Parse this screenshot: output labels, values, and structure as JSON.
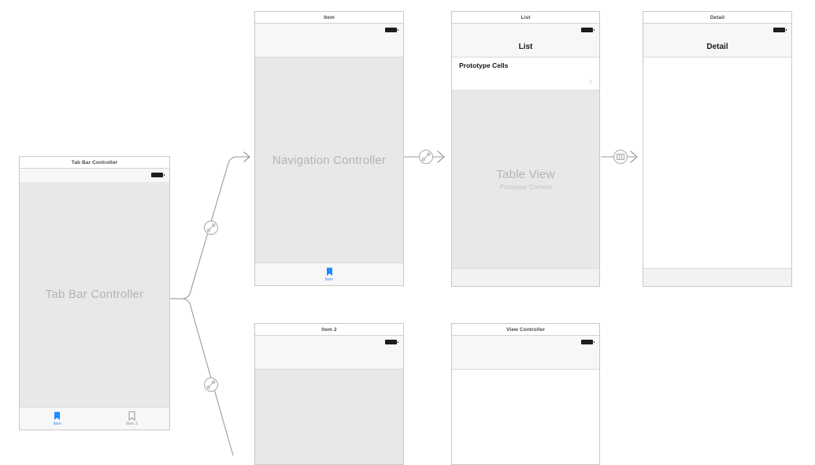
{
  "editor": {
    "name": "storyboard-canvas",
    "background": "#ffffff",
    "scene_border_color": "#c9c9c9",
    "placeholder_text_color": "#b4b4b4",
    "tint_color": "#1e8bff",
    "wire_color": "#9a9a9a"
  },
  "scenes": [
    {
      "id": "tab-bar-controller",
      "title": "Tab Bar Controller",
      "placeholder": "Tab Bar Controller",
      "tabs": [
        {
          "label": "Item",
          "icon": "bookmark-icon",
          "selected": true
        },
        {
          "label": "Item 2",
          "icon": "bookmark-icon",
          "selected": false
        }
      ]
    },
    {
      "id": "navigation-controller",
      "title": "Item",
      "placeholder": "Navigation Controller",
      "tabs": [
        {
          "label": "Item",
          "icon": "bookmark-icon",
          "selected": true
        }
      ]
    },
    {
      "id": "list-table-view-controller",
      "title": "List",
      "navbar_title": "List",
      "section_header": "Prototype Cells",
      "cell_accessory": "›",
      "placeholder": "Table View",
      "placeholder_sub": "Prototype Content"
    },
    {
      "id": "detail-view-controller",
      "title": "Detail",
      "navbar_title": "Detail"
    },
    {
      "id": "item2-view-controller",
      "title": "Item 2"
    },
    {
      "id": "view-controller",
      "title": "View Controller"
    }
  ],
  "segues": [
    {
      "id": "relationship-tabbar-to-nav",
      "kind": "relationship-segue-icon"
    },
    {
      "id": "relationship-tabbar-to-item2",
      "kind": "relationship-segue-icon"
    },
    {
      "id": "relationship-nav-to-list",
      "kind": "relationship-segue-icon"
    },
    {
      "id": "show-list-to-detail",
      "kind": "show-segue-icon"
    }
  ]
}
